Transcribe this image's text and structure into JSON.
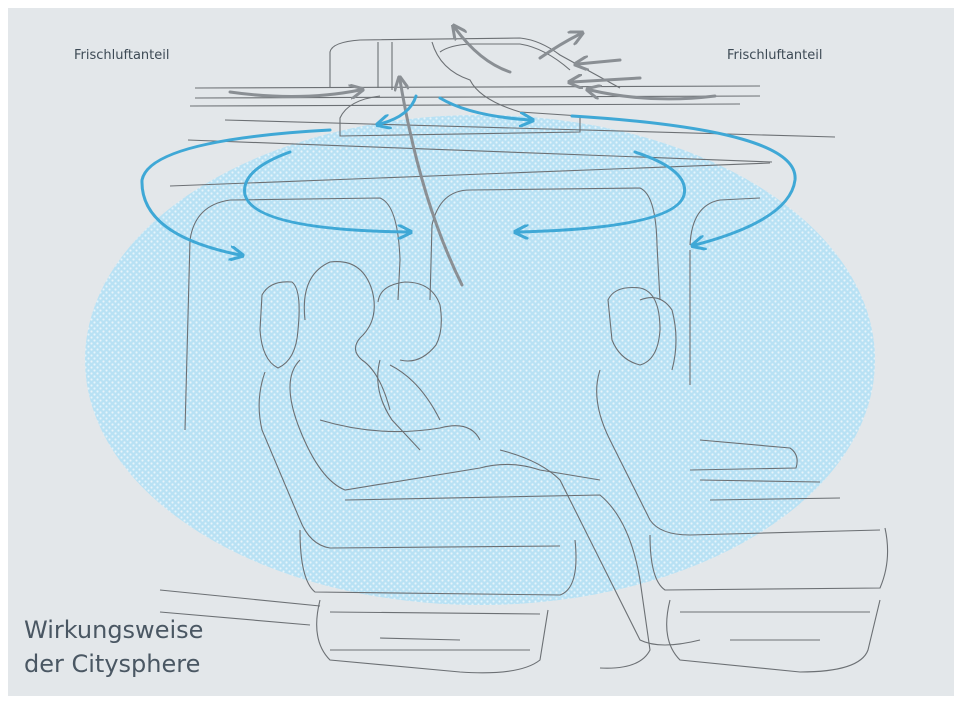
{
  "labels": {
    "fresh_air_left": "Frischluftanteil",
    "fresh_air_right": "Frischluftanteil"
  },
  "title": {
    "line1": "Wirkungsweise",
    "line2": "der Citysphere"
  },
  "colors": {
    "background": "#e3e7ea",
    "sphere": "#a9dcf2",
    "airflow": "#3fa8d6",
    "exhaust": "#8a8f94",
    "line_art": "#6c7074"
  },
  "icons": {
    "airflow_arrow": "arrow-icon",
    "exhaust_arrow": "arrow-icon"
  }
}
